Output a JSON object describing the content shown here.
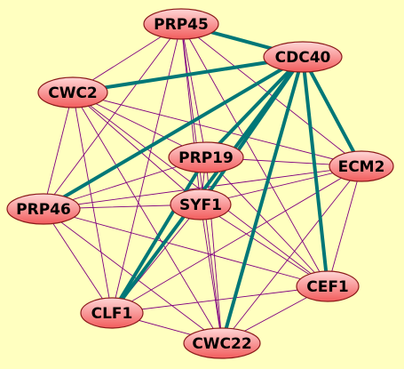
{
  "colors": {
    "background": "#FFFFC0",
    "node_fill_light": "#FFD6D6",
    "node_fill_dark": "#F25C5C",
    "node_stroke": "#8B1A1A",
    "thin_edge": "#800080",
    "thick_edge": "#007777"
  },
  "nodes": [
    {
      "id": "PRP45",
      "label": "PRP45"
    },
    {
      "id": "CDC40",
      "label": "CDC40"
    },
    {
      "id": "CWC2",
      "label": "CWC2"
    },
    {
      "id": "PRP19",
      "label": "PRP19"
    },
    {
      "id": "ECM2",
      "label": "ECM2"
    },
    {
      "id": "SYF1",
      "label": "SYF1"
    },
    {
      "id": "PRP46",
      "label": "PRP46"
    },
    {
      "id": "CEF1",
      "label": "CEF1"
    },
    {
      "id": "CLF1",
      "label": "CLF1"
    },
    {
      "id": "CWC22",
      "label": "CWC22"
    }
  ],
  "thick_edges": [
    [
      "PRP45",
      "CDC40"
    ],
    [
      "CWC2",
      "CDC40"
    ],
    [
      "PRP46",
      "CDC40"
    ],
    [
      "PRP19",
      "CDC40"
    ],
    [
      "SYF1",
      "CDC40"
    ],
    [
      "CLF1",
      "CDC40"
    ],
    [
      "CWC22",
      "CDC40"
    ],
    [
      "CEF1",
      "CDC40"
    ],
    [
      "ECM2",
      "CDC40"
    ],
    [
      "CLF1",
      "PRP19"
    ]
  ],
  "thin_edges": [
    [
      "PRP45",
      "CWC2"
    ],
    [
      "PRP45",
      "PRP19"
    ],
    [
      "PRP45",
      "SYF1"
    ],
    [
      "PRP45",
      "ECM2"
    ],
    [
      "PRP45",
      "PRP46"
    ],
    [
      "PRP45",
      "CLF1"
    ],
    [
      "PRP45",
      "CWC22"
    ],
    [
      "PRP45",
      "CEF1"
    ],
    [
      "CWC2",
      "PRP19"
    ],
    [
      "CWC2",
      "SYF1"
    ],
    [
      "CWC2",
      "ECM2"
    ],
    [
      "CWC2",
      "PRP46"
    ],
    [
      "CWC2",
      "CLF1"
    ],
    [
      "CWC2",
      "CWC22"
    ],
    [
      "CWC2",
      "CEF1"
    ],
    [
      "PRP19",
      "ECM2"
    ],
    [
      "PRP19",
      "SYF1"
    ],
    [
      "PRP19",
      "PRP46"
    ],
    [
      "PRP19",
      "CWC22"
    ],
    [
      "PRP19",
      "CEF1"
    ],
    [
      "ECM2",
      "SYF1"
    ],
    [
      "ECM2",
      "PRP46"
    ],
    [
      "ECM2",
      "CEF1"
    ],
    [
      "ECM2",
      "CLF1"
    ],
    [
      "ECM2",
      "CWC22"
    ],
    [
      "SYF1",
      "PRP46"
    ],
    [
      "SYF1",
      "CEF1"
    ],
    [
      "SYF1",
      "CLF1"
    ],
    [
      "SYF1",
      "CWC22"
    ],
    [
      "PRP46",
      "CLF1"
    ],
    [
      "PRP46",
      "CWC22"
    ],
    [
      "PRP46",
      "CEF1"
    ],
    [
      "CEF1",
      "CLF1"
    ],
    [
      "CEF1",
      "CWC22"
    ],
    [
      "CLF1",
      "CWC22"
    ]
  ]
}
